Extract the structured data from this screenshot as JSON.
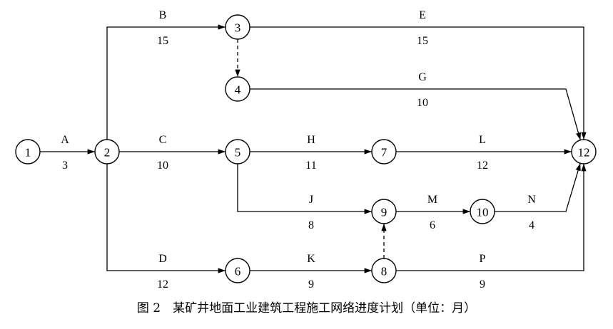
{
  "nodes": [
    {
      "id": "1",
      "label": "1"
    },
    {
      "id": "2",
      "label": "2"
    },
    {
      "id": "3",
      "label": "3"
    },
    {
      "id": "4",
      "label": "4"
    },
    {
      "id": "5",
      "label": "5"
    },
    {
      "id": "6",
      "label": "6"
    },
    {
      "id": "7",
      "label": "7"
    },
    {
      "id": "8",
      "label": "8"
    },
    {
      "id": "9",
      "label": "9"
    },
    {
      "id": "10",
      "label": "10"
    },
    {
      "id": "12",
      "label": "12"
    }
  ],
  "activities": [
    {
      "id": "A",
      "name": "A",
      "duration": "3",
      "from": "1",
      "to": "2"
    },
    {
      "id": "B",
      "name": "B",
      "duration": "15",
      "from": "2",
      "to": "3"
    },
    {
      "id": "C",
      "name": "C",
      "duration": "10",
      "from": "2",
      "to": "5"
    },
    {
      "id": "D",
      "name": "D",
      "duration": "12",
      "from": "2",
      "to": "6"
    },
    {
      "id": "E",
      "name": "E",
      "duration": "15",
      "from": "3",
      "to": "12"
    },
    {
      "id": "G",
      "name": "G",
      "duration": "10",
      "from": "4",
      "to": "12"
    },
    {
      "id": "H",
      "name": "H",
      "duration": "11",
      "from": "5",
      "to": "7"
    },
    {
      "id": "J",
      "name": "J",
      "duration": "8",
      "from": "5",
      "to": "9"
    },
    {
      "id": "K",
      "name": "K",
      "duration": "9",
      "from": "6",
      "to": "8"
    },
    {
      "id": "L",
      "name": "L",
      "duration": "12",
      "from": "7",
      "to": "12"
    },
    {
      "id": "M",
      "name": "M",
      "duration": "6",
      "from": "9",
      "to": "10"
    },
    {
      "id": "N",
      "name": "N",
      "duration": "4",
      "from": "10",
      "to": "12"
    },
    {
      "id": "P",
      "name": "P",
      "duration": "9",
      "from": "8",
      "to": "12"
    }
  ],
  "dummies": [
    {
      "from": "3",
      "to": "4"
    },
    {
      "from": "8",
      "to": "9"
    }
  ],
  "caption": "图 2　某矿井地面工业建筑工程施工网络进度计划（单位：月）"
}
